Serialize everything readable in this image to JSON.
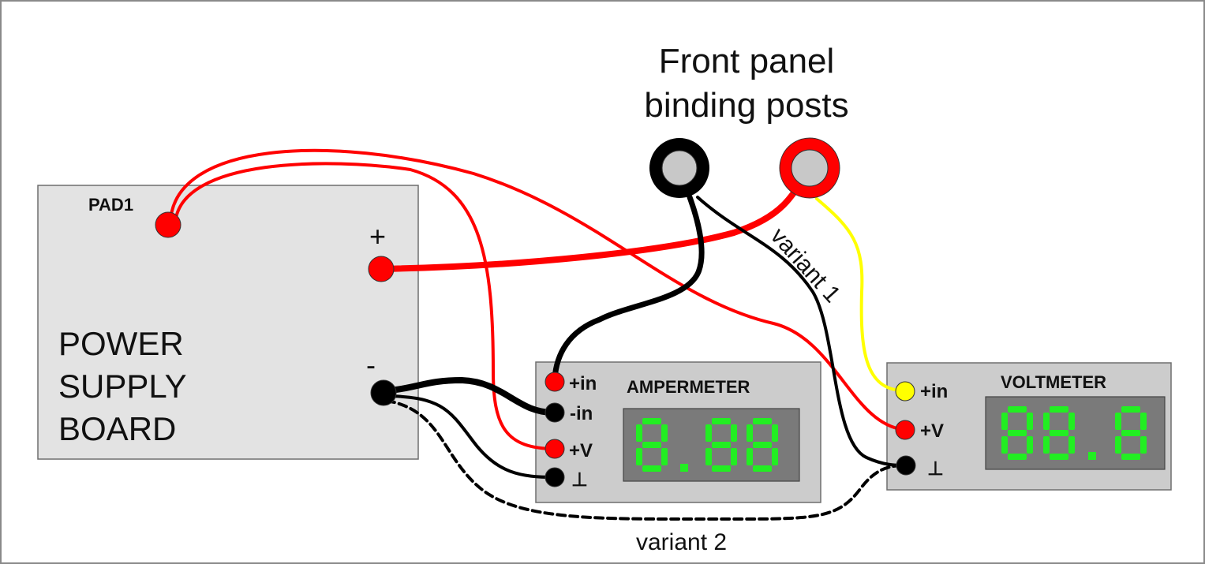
{
  "title": {
    "line1": "Front panel",
    "line2": "binding posts"
  },
  "power_supply": {
    "label_lines": [
      "POWER",
      "SUPPLY",
      "BOARD"
    ],
    "pad_label": "PAD1",
    "plus_label": "+",
    "minus_label": "-"
  },
  "ampermeter": {
    "label": "AMPERMETER",
    "display": "8.88",
    "terminals": [
      "+in",
      "-in",
      "+V",
      "⊥"
    ]
  },
  "voltmeter": {
    "label": "VOLTMETER",
    "display": "88.8",
    "terminals": [
      "+in",
      "+V",
      "⊥"
    ]
  },
  "binding_posts": [
    {
      "name": "black",
      "color": "#000000"
    },
    {
      "name": "red",
      "color": "#ff0000"
    }
  ],
  "variants": {
    "variant1": "variant 1",
    "variant2": "variant 2"
  },
  "colors": {
    "wire_red": "#ff0000",
    "wire_black": "#000000",
    "wire_yellow": "#ffff00",
    "segment_green": "#22ee22",
    "post_center": "#c8c8c8"
  }
}
